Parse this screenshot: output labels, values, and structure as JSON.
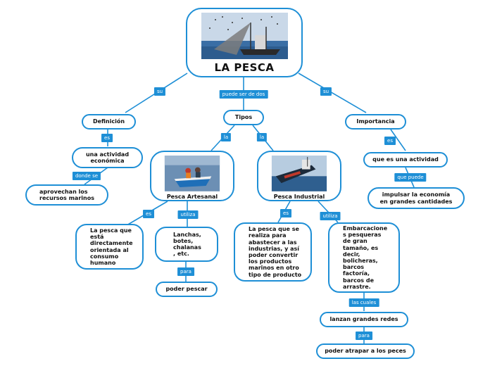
{
  "title": "LA PESCA",
  "colors": {
    "accent": "#1e8fd6",
    "sea": "#3a6ea5",
    "sky": "#c9d8e8"
  },
  "nodes": {
    "definicion": "Definición",
    "tipos": "Tipos",
    "importancia": "Importancia",
    "actividad_economica": "una actividad\neconómica",
    "recursos_marinos": "aprovechan los\nrecursos marinos",
    "pesca_artesanal": "Pesca Artesanal",
    "pesca_industrial": "Pesca Industrial",
    "actividad": "que es una actividad",
    "impulsar": "impulsar la economía\nen grandes cantidades",
    "consumo_humano": "La pesca que\nestá\ndirectamente\norientada al\nconsumo\nhumano",
    "lanchas": "Lanchas,\nbotes,\nchalanas\n, etc.",
    "poder_pescar": "poder pescar",
    "abastecer": "La pesca que se\nrealiza para\nabastecer a las\nindustrias, y así\npoder convertir\nlos productos\nmarinos en otro\ntipo de producto",
    "embarcaciones": "Embarcacione\ns pesqueras\nde gran\ntamaño, es\ndecir,\nbolicheras,\nbarcos\nfactoría,\nbarcos de\narrastre.",
    "lanzan_redes": "lanzan grandes redes",
    "atrapar": "poder atrapar a los peces"
  },
  "labels": {
    "su_left": "su",
    "puede_ser": "puede ser de dos",
    "su_right": "su",
    "es_def": "es",
    "donde_se": "donde se",
    "la_left": "la",
    "la_right": "la",
    "es_imp": "es",
    "que_puede": "que puede",
    "es_art": "es",
    "utiliza_art": "utiliza",
    "para_art": "para",
    "es_ind": "es",
    "utiliza_ind": "utiliza",
    "las_cuales": "las cuales",
    "para_ind": "para"
  }
}
